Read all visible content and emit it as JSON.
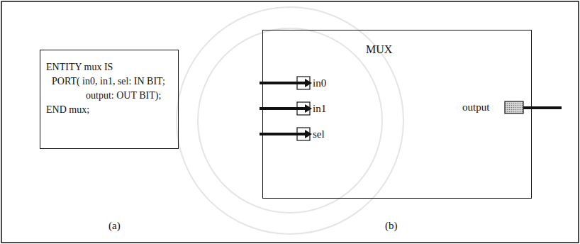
{
  "diagram": {
    "nodes": [
      {
        "text": [
          "ENTITY mux IS",
          "PORT( in0, in1, sel: IN BIT;",
          "output: OUT BIT);",
          "END mux;"
        ]
      },
      {
        "text": [
          "MUX"
        ]
      }
    ],
    "labels": [
      "in0",
      "in1",
      "sel",
      "output",
      "(a)",
      "(b)"
    ]
  }
}
